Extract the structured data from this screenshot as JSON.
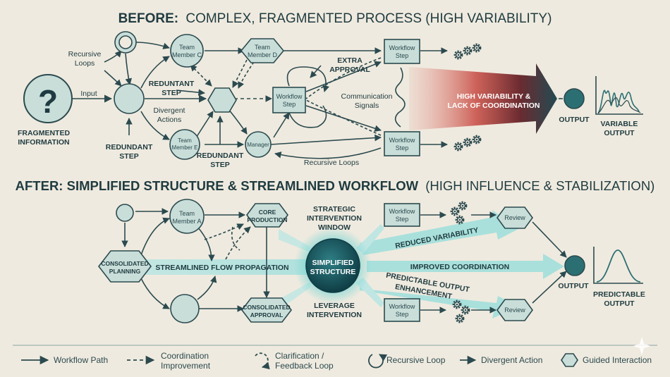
{
  "titles": {
    "before_bold": "BEFORE:",
    "before_rest": "COMPLEX, FRAGMENTED PROCESS (HIGH VARIABILITY)",
    "after_bold": "AFTER: SIMPLIFIED STRUCTURE & STREAMLINED WORKFLOW",
    "after_rest": "(HIGH INFLUENCE & STABILIZATION)"
  },
  "before": {
    "question_mark": "?",
    "fragmented_1": "FRAGMENTED",
    "fragmented_2": "INFORMATION",
    "input": "Input",
    "recursive_loops_1": "Recursive",
    "recursive_loops_2": "Loops",
    "team_c_1": "Team",
    "team_c_2": "Member C",
    "team_d_1": "Team",
    "team_d_2": "Member D",
    "team_e_1": "Team",
    "team_e_2": "Member E",
    "manager": "Manager",
    "redundant_step_a_1": "REDUNTANT",
    "redundant_step_a_2": "STEP",
    "redundant_step_b_1": "REDUNDANT",
    "redundant_step_b_2": "STEP",
    "redundant_step_c_1": "REDUNDANT",
    "redundant_step_c_2": "STEP",
    "divergent_1": "Divergent",
    "divergent_2": "Actions",
    "workflow_step_1": "Workflow",
    "workflow_step_2": "Step",
    "extra_approval_1": "EXTRA",
    "extra_approval_2": "APPROVAL",
    "comm_signals_1": "Communication",
    "comm_signals_2": "Signals",
    "recursive_loops_bottom": "Recursive Loops",
    "arrow_text_1": "HIGH VARIABILITY &",
    "arrow_text_2": "LACK OF COORDINATION",
    "output": "OUTPUT",
    "variable_output_1": "VARIABLE",
    "variable_output_2": "OUTPUT"
  },
  "after": {
    "team_a_1": "Team",
    "team_a_2": "Member A",
    "core_production_1": "CORE",
    "core_production_2": "PRODUCTION",
    "consolidated_planning_1": "CONSOLIDATED",
    "consolidated_planning_2": "PLANNING",
    "streamlined_flow": "STREAMLINED FLOW PROPAGATION",
    "consolidated_approval_1": "CONSOLIDATED",
    "consolidated_approval_2": "APPROVAL",
    "strategic_1": "STRATEGIC",
    "strategic_2": "INTERVENTION",
    "strategic_3": "WINDOW",
    "simplified_1": "SIMPLIFIED",
    "simplified_2": "STRUCTURE",
    "leverage_1": "LEVERAGE",
    "leverage_2": "INTERVENTION",
    "workflow_step_1": "Workflow",
    "workflow_step_2": "Step",
    "review": "Review",
    "reduced_variability": "REDUCED VARIABILITY",
    "improved_coordination": "IMPROVED COORDINATION",
    "predictable_enh_1": "PREDICTABLE OUTPUT",
    "predictable_enh_2": "ENHANCEMENT",
    "output": "OUTPUT",
    "predictable_output_1": "PREDICTABLE",
    "predictable_output_2": "OUTPUT"
  },
  "legend": {
    "workflow_path": "Workflow Path",
    "coordination_1": "Coordination",
    "coordination_2": "Improvement",
    "clarification_1": "Clarification /",
    "clarification_2": "Feedback Loop",
    "recursive_loop": "Recursive Loop",
    "divergent_action": "Divergent Action",
    "guided_interaction": "Guided Interaction"
  },
  "colors": {
    "background": "#efeadf",
    "node_fill": "#c9ded9",
    "stroke": "#2b4a4f",
    "dark_teal": "#2c6f73",
    "red": "#b2262b",
    "glow": "#7ed7d4"
  }
}
